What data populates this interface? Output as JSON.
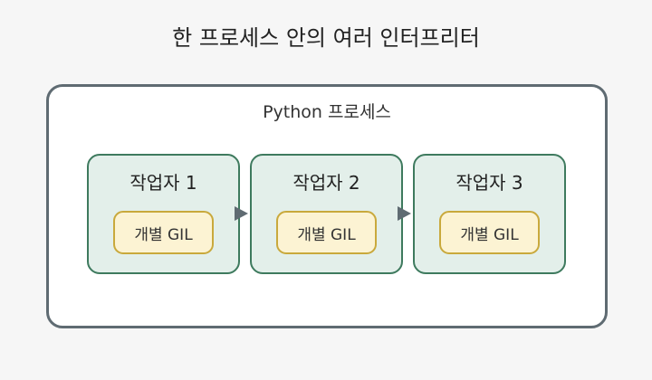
{
  "title": "한 프로세스 안의 여러 인터프리터",
  "process": {
    "label": "Python 프로세스"
  },
  "workers": [
    {
      "title": "작업자 1",
      "gil": "개별 GIL"
    },
    {
      "title": "작업자 2",
      "gil": "개별 GIL"
    },
    {
      "title": "작업자 3",
      "gil": "개별 GIL"
    }
  ],
  "colors": {
    "process_border": "#5f6b72",
    "worker_fill": "#e3efea",
    "worker_border": "#3e7a5e",
    "gil_fill": "#fcf3d3",
    "gil_border": "#c9a93c",
    "arrow": "#5f6b72"
  }
}
